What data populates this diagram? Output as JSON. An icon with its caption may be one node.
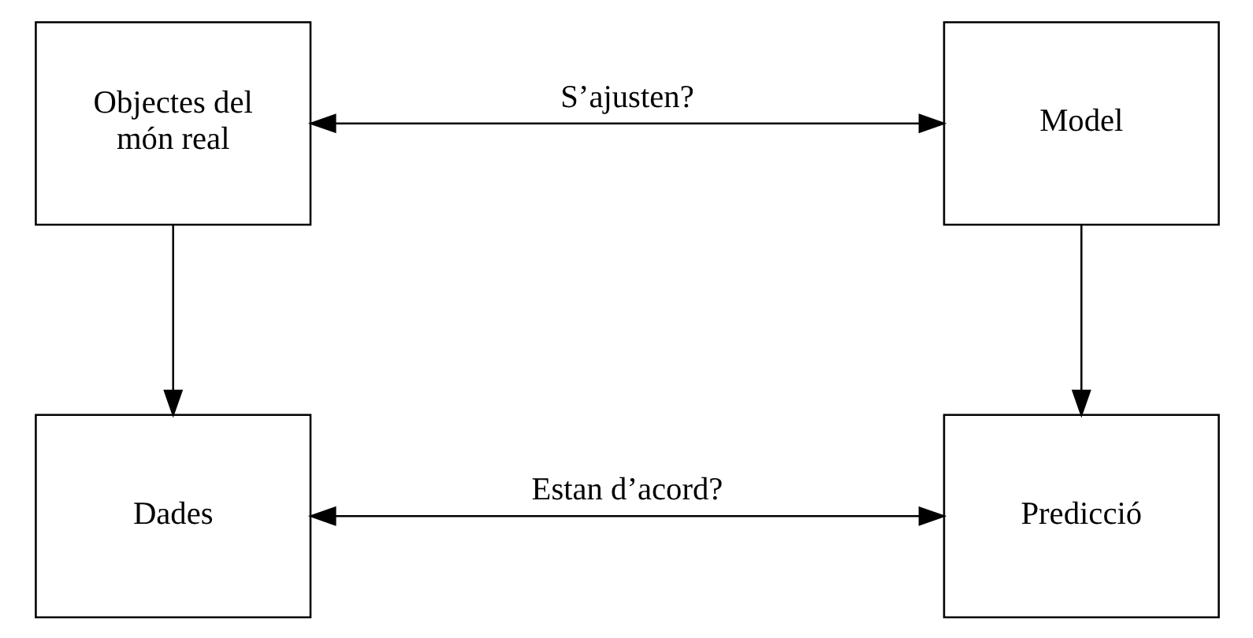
{
  "diagram": {
    "nodes": [
      {
        "text": [
          "Objectes del món real"
        ]
      },
      {
        "text": [
          "Model"
        ]
      },
      {
        "text": [
          "Dades"
        ]
      },
      {
        "text": [
          "Predicció"
        ]
      }
    ],
    "edges": [
      {
        "from": 0,
        "to": 1,
        "arrow": "both",
        "label": "S’ajusten?"
      },
      {
        "from": 0,
        "to": 2,
        "arrow": "to"
      },
      {
        "from": 1,
        "to": 3,
        "arrow": "to"
      },
      {
        "from": 2,
        "to": 3,
        "arrow": "both",
        "label": "Estan d’acord?"
      }
    ]
  }
}
